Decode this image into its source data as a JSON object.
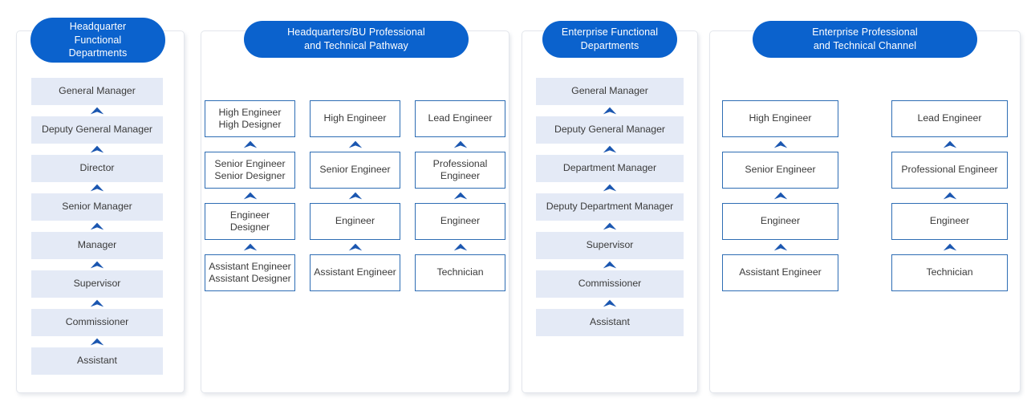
{
  "theme": {
    "pill_color": "#0b62cd",
    "filled_node_bg": "#e4eaf6",
    "outlined_node_border": "#2e6db4",
    "arrow_color": "#1a56b0",
    "panel_border": "#e3e6ec",
    "text_color": "#3a3a3a",
    "page_bg": "#ffffff"
  },
  "panels": [
    {
      "id": "headquarter-functional-departments",
      "title": "Headquarter\nFunctional\nDepartments",
      "layout": "single-column-filled",
      "columns": [
        {
          "nodes": [
            "General Manager",
            "Deputy General Manager",
            "Director",
            "Senior Manager",
            "Manager",
            "Supervisor",
            "Commissioner",
            "Assistant"
          ]
        }
      ]
    },
    {
      "id": "headquarters-bu-professional-technical-pathway",
      "title": "Headquarters/BU  Professional\nand Technical Pathway",
      "layout": "multi-column-outlined",
      "columns": [
        {
          "nodes": [
            "High Engineer\nHigh Designer",
            "Senior Engineer\nSenior Designer",
            "Engineer\nDesigner",
            "Assistant Engineer\nAssistant Designer"
          ]
        },
        {
          "nodes": [
            "High Engineer",
            "Senior Engineer",
            "Engineer",
            "Assistant Engineer"
          ]
        },
        {
          "nodes": [
            "Lead Engineer",
            "Professional\nEngineer",
            "Engineer",
            "Technician"
          ]
        }
      ]
    },
    {
      "id": "enterprise-functional-departments",
      "title": "Enterprise Functional\nDepartments",
      "layout": "single-column-filled",
      "columns": [
        {
          "nodes": [
            "General Manager",
            "Deputy General Manager",
            "Department Manager",
            "Deputy Department Manager",
            "Supervisor",
            "Commissioner",
            "Assistant"
          ]
        }
      ]
    },
    {
      "id": "enterprise-professional-technical-channel",
      "title": "Enterprise Professional\nand Technical Channel",
      "layout": "multi-column-outlined",
      "columns": [
        {
          "nodes": [
            "High Engineer",
            "Senior Engineer",
            "Engineer",
            "Assistant Engineer"
          ]
        },
        {
          "nodes": [
            "Lead Engineer",
            "Professional Engineer",
            "Engineer",
            "Technician"
          ]
        }
      ]
    }
  ],
  "icons": {
    "arrow_up": "arrow-up-icon"
  }
}
